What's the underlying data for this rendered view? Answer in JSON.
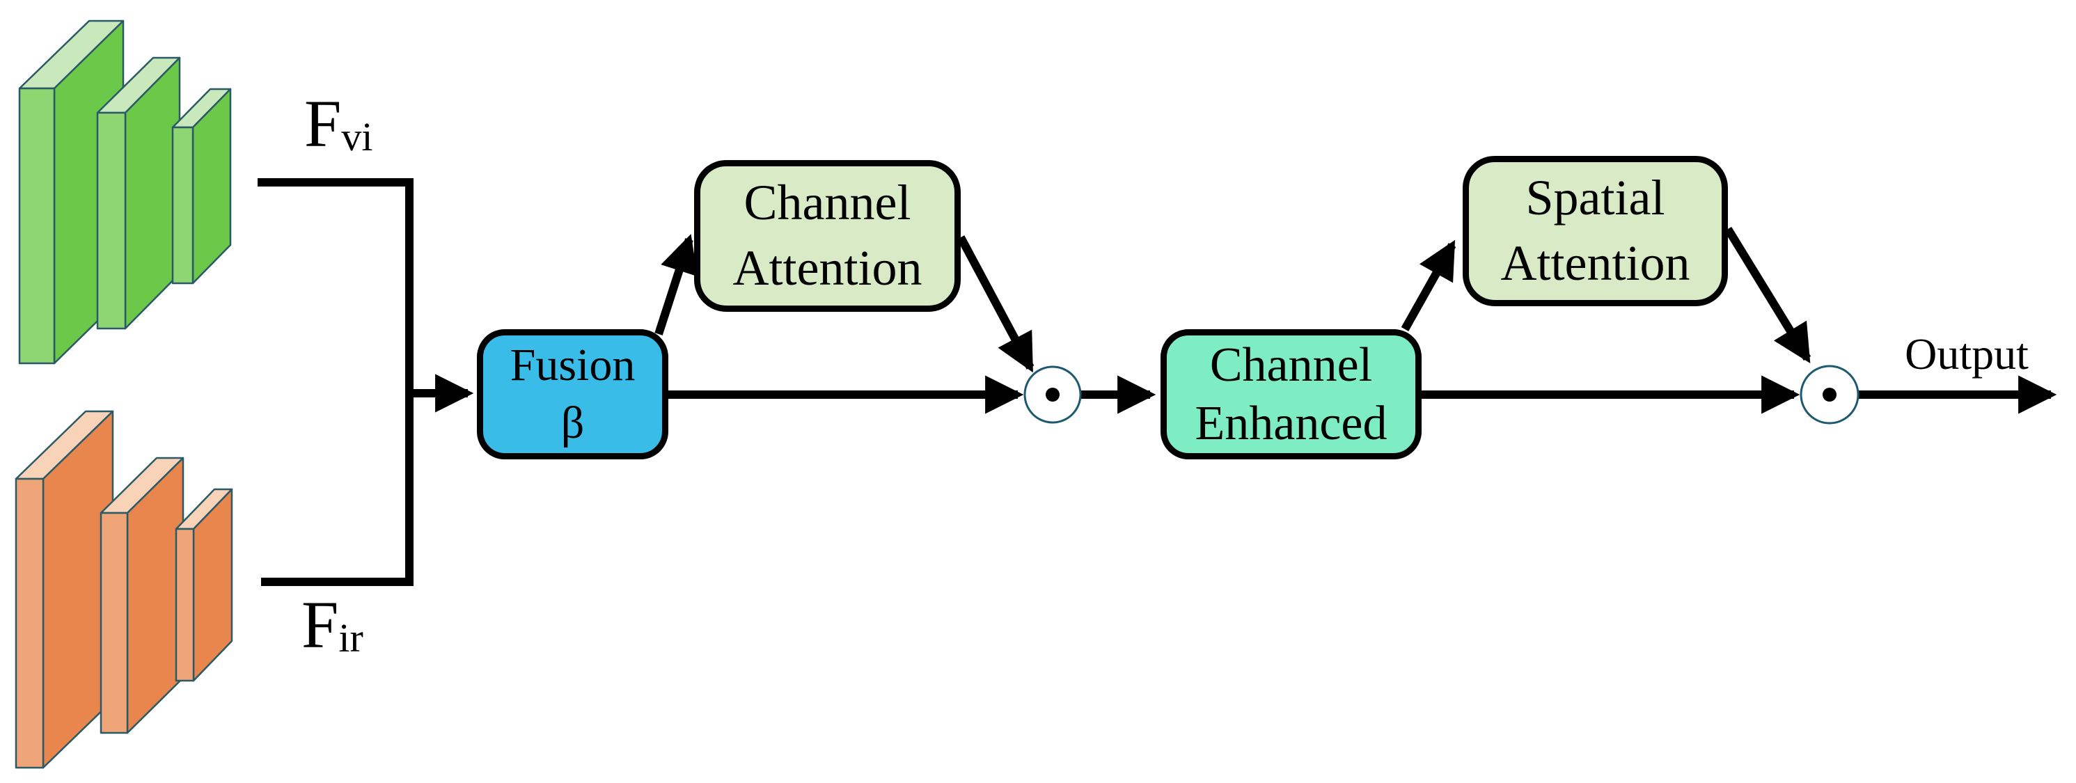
{
  "colors": {
    "background": "#FFFFFF",
    "text": "#000000",
    "line": "#000000",
    "box_border": "#000000",
    "fusion_bg": "#3ABCE8",
    "attention_bg": "#D8EBC6",
    "enhanced_bg": "#7EEDC3",
    "circle_outline": "#1D5A70",
    "slab_outline": "#2B5A66",
    "green_front": "#6CC848",
    "green_side": "#8DD672",
    "green_top": "#C9E8BB",
    "orange_front": "#E8864D",
    "orange_side": "#F0A578",
    "orange_top": "#F8D3B8"
  },
  "diagram": {
    "inputs": {
      "visible": {
        "symbol": "F",
        "subscript": "vi"
      },
      "infrared": {
        "symbol": "F",
        "subscript": "ir"
      }
    },
    "nodes": {
      "fusion": {
        "line1": "Fusion",
        "line2": "β"
      },
      "channel_attention": {
        "line1": "Channel",
        "line2": "Attention"
      },
      "channel_enhanced": {
        "line1": "Channel",
        "line2": "Enhanced"
      },
      "spatial_attention": {
        "line1": "Spatial",
        "line2": "Attention"
      }
    },
    "operators": {
      "elementwise_product": "⊙"
    },
    "output_label": "Output"
  }
}
